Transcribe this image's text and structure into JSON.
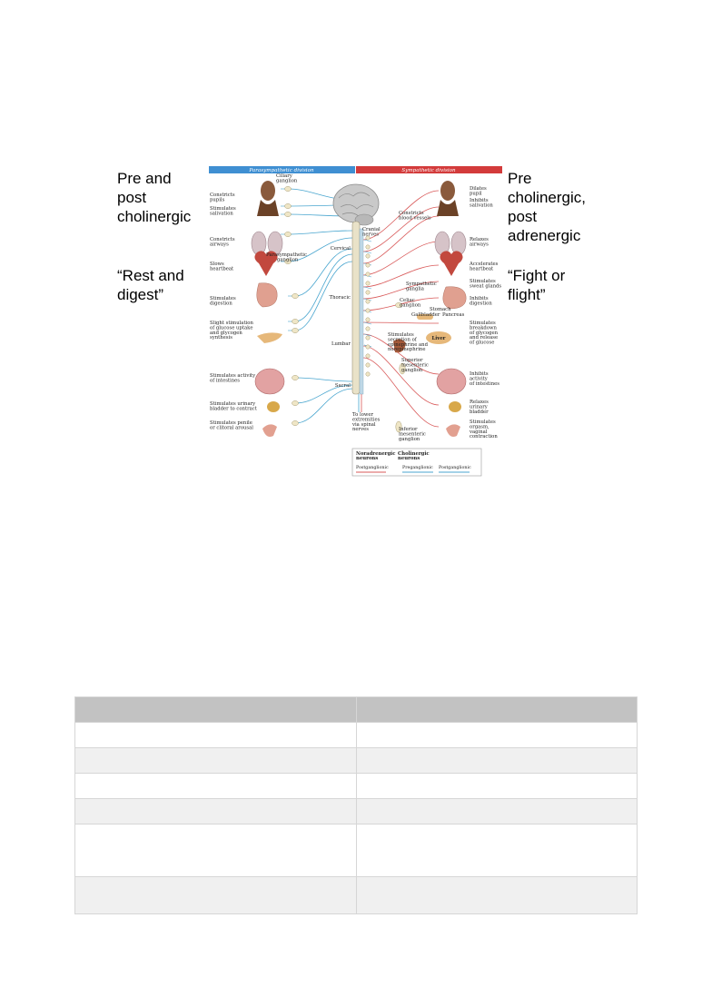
{
  "notes": {
    "left_top": [
      "Pre and",
      "post",
      "cholinergic"
    ],
    "right_top": [
      "Pre",
      "cholinergic,",
      "post",
      "adrenergic"
    ],
    "left_bottom": [
      "“Rest and",
      "digest”"
    ],
    "right_bottom": [
      "“Fight or",
      "flight”"
    ]
  },
  "figure": {
    "parasympathetic_header": "Parasympathetic division",
    "sympathetic_header": "Sympathetic division",
    "left_labels": {
      "ciliary": [
        "Ciliary",
        "ganglion"
      ],
      "pupils": [
        "Constricts",
        "pupils"
      ],
      "saliv": [
        "Stimulates",
        "salivation"
      ],
      "airways": [
        "Constricts",
        "airways"
      ],
      "paragang": [
        "Parasympathetic",
        "ganglion"
      ],
      "heart": [
        "Slows",
        "heartbeat"
      ],
      "digest": [
        "Stimulates",
        "digestion"
      ],
      "glucose": [
        "Slight stimulation",
        "of glucose uptake",
        "and glycogen",
        "synthesis"
      ],
      "intest": [
        "Stimulates activity",
        "of intestines"
      ],
      "bladder": [
        "Stimulates urinary",
        "bladder to contract"
      ],
      "penile": [
        "Stimulates penile",
        "or clitoral arousal"
      ]
    },
    "spine_labels": {
      "cranial": [
        "Cranial",
        "nerves"
      ],
      "cervical": "Cervical",
      "thoracic": "Thoracic",
      "lumbar": "Lumbar",
      "sacral": "Sacral",
      "lower": [
        "To lower",
        "extremities",
        "via spinal",
        "nerves"
      ]
    },
    "center_labels": {
      "vessels": [
        "Constricts",
        "blood vessels"
      ],
      "sympgang": [
        "Sympathetic",
        "ganglia"
      ],
      "celiac": [
        "Celiac",
        "ganglion"
      ],
      "stomach": [
        "Stomach"
      ],
      "gallbladder": [
        "Gallbladder",
        "Pancreas"
      ],
      "liver": [
        "Liver"
      ],
      "secretion": [
        "Stimulates",
        "secretion of",
        "epinephrine and",
        "norepinephrine"
      ],
      "supmes": [
        "Superior",
        "mesenteric",
        "ganglion"
      ],
      "infmes": [
        "Inferior",
        "mesenteric",
        "ganglion"
      ]
    },
    "right_labels": {
      "dilates": [
        "Dilates",
        "pupil"
      ],
      "inhsal": [
        "Inhibits",
        "salivation"
      ],
      "relair": [
        "Relaxes",
        "airways"
      ],
      "accel": [
        "Accelerates",
        "heartbeat"
      ],
      "sweat": [
        "Stimulates",
        "sweat glands"
      ],
      "inhdig": [
        "Inhibits",
        "digestion"
      ],
      "glyco": [
        "Stimulates",
        "breakdown",
        "of glycogen",
        "and release",
        "of glucose"
      ],
      "inhint": [
        "Inhibits",
        "activity",
        "of intestines"
      ],
      "relbl": [
        "Relaxes",
        "urinary",
        "bladder"
      ],
      "orgasm": [
        "Stimulates",
        "orgasm,",
        "vaginal",
        "contraction"
      ]
    },
    "legend": {
      "nor": [
        "Noradrenergic",
        "neurons"
      ],
      "cho": [
        "Cholinergic",
        "neurons"
      ],
      "post1": "Postganglionic",
      "pre": "Preganglionic",
      "post2": "Postganglionic"
    }
  },
  "colors": {
    "parasympathetic": "#3f8fd2",
    "sympathetic": "#d33b3b",
    "nerve_blue": "#4aa6cf",
    "nerve_red": "#d95a5a"
  }
}
